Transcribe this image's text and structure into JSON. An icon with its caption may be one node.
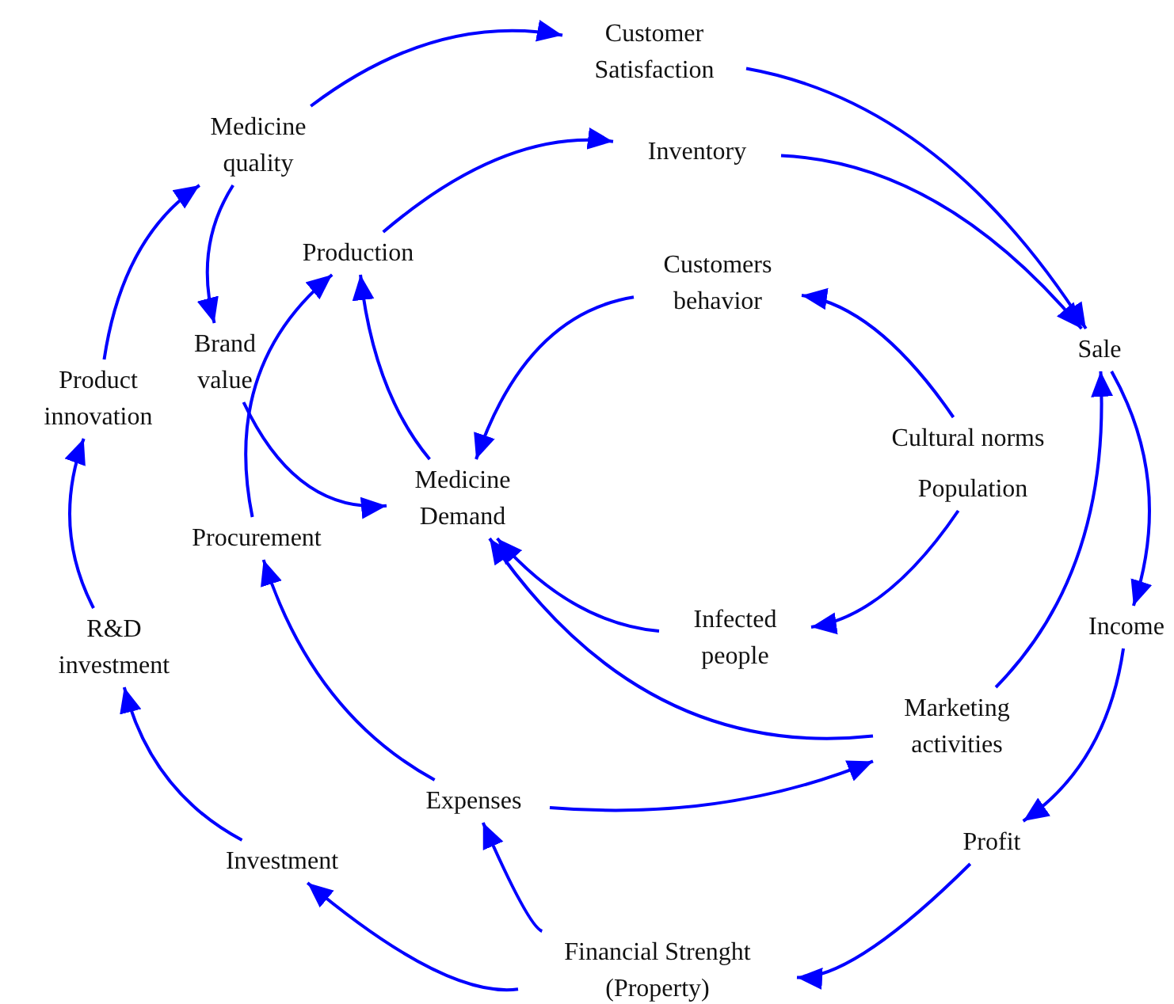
{
  "diagram": {
    "nodes": [
      {
        "text": [
          "Customer Satisfaction"
        ]
      },
      {
        "text": [
          "Medicine quality"
        ]
      },
      {
        "text": [
          "Inventory"
        ]
      },
      {
        "text": [
          "Production"
        ]
      },
      {
        "text": [
          "Customers behavior"
        ]
      },
      {
        "text": [
          "Sale"
        ]
      },
      {
        "text": [
          "Brand value"
        ]
      },
      {
        "text": [
          "Product innovation"
        ]
      },
      {
        "text": [
          "Cultural norms"
        ]
      },
      {
        "text": [
          "Population"
        ]
      },
      {
        "text": [
          "Medicine Demand"
        ]
      },
      {
        "text": [
          "Procurement"
        ]
      },
      {
        "text": [
          "Infected people"
        ]
      },
      {
        "text": [
          "Income"
        ]
      },
      {
        "text": [
          "R&D investment"
        ]
      },
      {
        "text": [
          "Marketing activities"
        ]
      },
      {
        "text": [
          "Expenses"
        ]
      },
      {
        "text": [
          "Profit"
        ]
      },
      {
        "text": [
          "Investment"
        ]
      },
      {
        "text": [
          "Financial Strenght (Property)"
        ]
      }
    ],
    "edges": [
      {
        "from": 1,
        "to": 0,
        "arrow": "to"
      },
      {
        "from": 3,
        "to": 2,
        "arrow": "to"
      },
      {
        "from": 0,
        "to": 5,
        "arrow": "to"
      },
      {
        "from": 2,
        "to": 5,
        "arrow": "to"
      },
      {
        "from": 1,
        "to": 6,
        "arrow": "to"
      },
      {
        "from": 7,
        "to": 1,
        "arrow": "to"
      },
      {
        "from": 6,
        "to": 10,
        "arrow": "to"
      },
      {
        "from": 11,
        "to": 3,
        "arrow": "to"
      },
      {
        "from": 10,
        "to": 3,
        "arrow": "to"
      },
      {
        "from": 4,
        "to": 10,
        "arrow": "to"
      },
      {
        "from": 8,
        "to": 4,
        "arrow": "to"
      },
      {
        "from": 9,
        "to": 12,
        "arrow": "to"
      },
      {
        "from": 12,
        "to": 10,
        "arrow": "to"
      },
      {
        "from": 15,
        "to": 10,
        "arrow": "to"
      },
      {
        "from": 15,
        "to": 5,
        "arrow": "to"
      },
      {
        "from": 5,
        "to": 13,
        "arrow": "to"
      },
      {
        "from": 13,
        "to": 17,
        "arrow": "to"
      },
      {
        "from": 17,
        "to": 19,
        "arrow": "to"
      },
      {
        "from": 16,
        "to": 15,
        "arrow": "to"
      },
      {
        "from": 19,
        "to": 16,
        "arrow": "to"
      },
      {
        "from": 19,
        "to": 18,
        "arrow": "to"
      },
      {
        "from": 18,
        "to": 14,
        "arrow": "to"
      },
      {
        "from": 16,
        "to": 11,
        "arrow": "to"
      },
      {
        "from": 14,
        "to": 7,
        "arrow": "to"
      }
    ]
  }
}
